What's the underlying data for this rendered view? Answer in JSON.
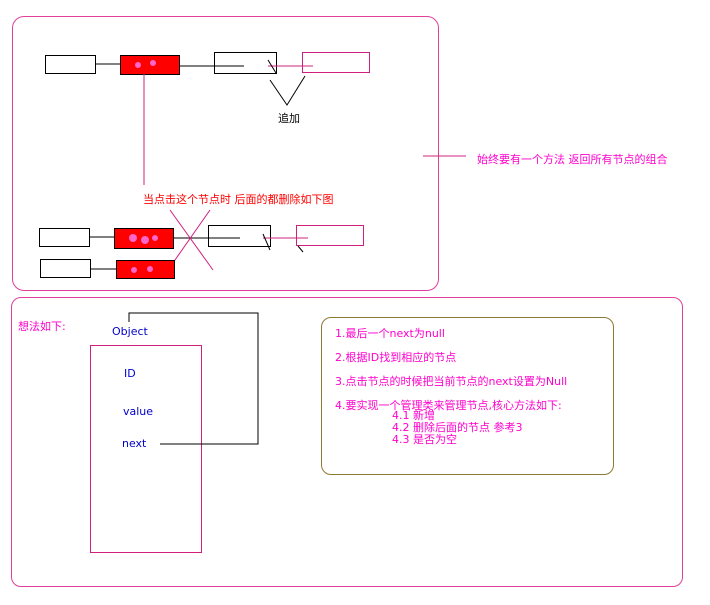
{
  "labels": {
    "append": "追加",
    "always_method": "始终要有一个方法 返回所有节点的组合",
    "click_node": "当点击这个节点时 后面的都删除如下图",
    "idea": "想法如下:",
    "object": "Object",
    "id": "ID",
    "value": "value",
    "next": "next"
  },
  "notes": [
    "1.最后一个next为null",
    "2.根据ID找到相应的节点",
    "3.点击节点的时候把当前节点的next设置为Null",
    "4.要实现一个管理类来管理节点,核心方法如下:",
    "4.1 新增",
    "4.2 删除后面的节点 参考3",
    "4.3 是否为空"
  ],
  "colors": {
    "panel_border": "#e0409a",
    "notes_border": "#8b7a33",
    "node_fill_selected": "#ff0000",
    "note_text": "#ff00cc",
    "field_text": "#0000cc",
    "caption_text": "#ff0000"
  }
}
